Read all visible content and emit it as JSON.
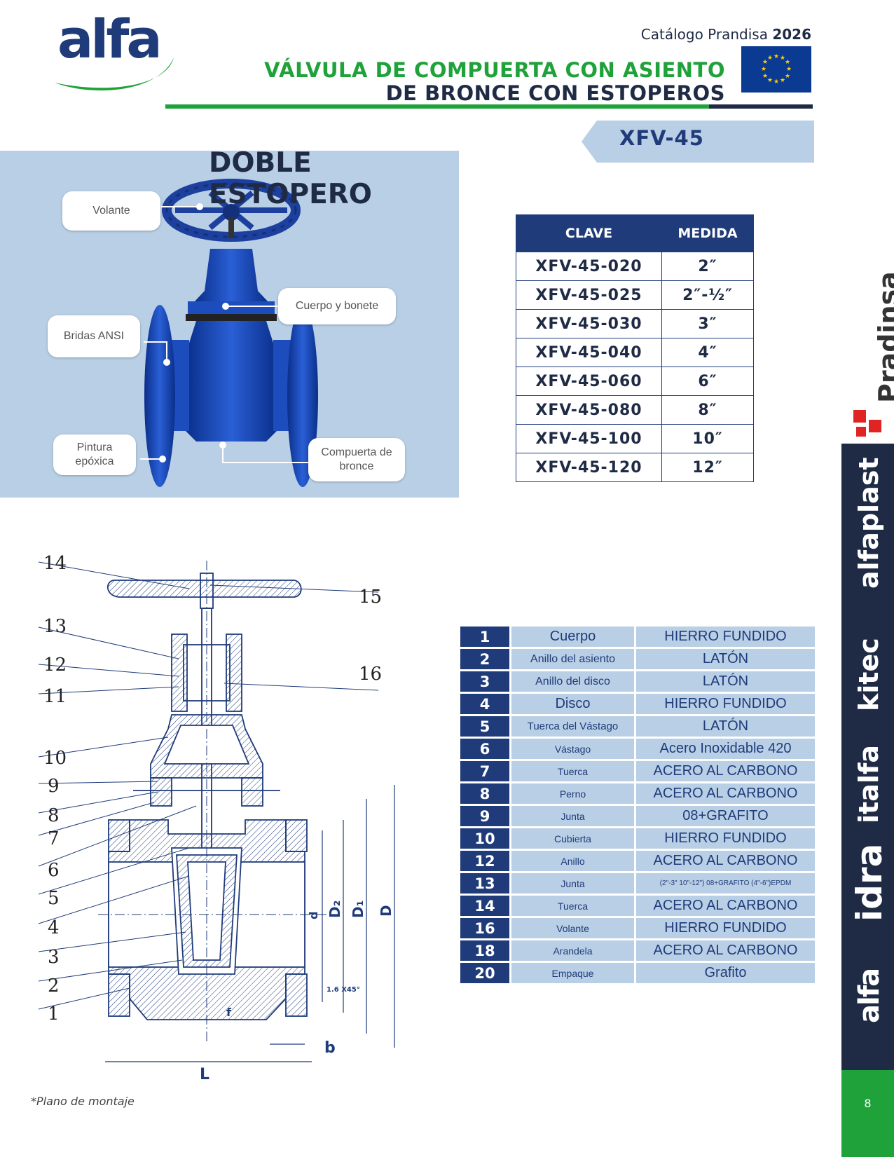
{
  "header": {
    "logo": "alfa",
    "catalog_prefix": "Catálogo Prandisa",
    "catalog_year": "2026",
    "title_line1": "VÁLVULA DE COMPUERTA CON ASIENTO",
    "title_line2": "DE BRONCE CON ESTOPEROS"
  },
  "model": "XFV-45",
  "photo": {
    "heading": "DOBLE ESTOPERO",
    "callouts": {
      "volante": "Volante",
      "cuerpo": "Cuerpo y bonete",
      "bridas": "Bridas ANSI",
      "pintura": "Pintura epóxica",
      "compuerta": "Compuerta de bronce"
    }
  },
  "spec_table": {
    "headers": [
      "CLAVE",
      "MEDIDA"
    ],
    "rows": [
      [
        "XFV-45-020",
        "2″"
      ],
      [
        "XFV-45-025",
        "2″-½″"
      ],
      [
        "XFV-45-030",
        "3″"
      ],
      [
        "XFV-45-040",
        "4″"
      ],
      [
        "XFV-45-060",
        "6″"
      ],
      [
        "XFV-45-080",
        "8″"
      ],
      [
        "XFV-45-100",
        "10″"
      ],
      [
        "XFV-45-120",
        "12″"
      ]
    ]
  },
  "drawing": {
    "labels_left": [
      "14",
      "13",
      "12",
      "11",
      "10",
      "9",
      "8",
      "7",
      "6",
      "5",
      "4",
      "3",
      "2",
      "1"
    ],
    "labels_right": [
      "15",
      "16"
    ],
    "dim_chamfer": "1.6 X45°",
    "dim_L": "L",
    "dim_b": "b",
    "dim_D": "D",
    "dim_D1": "D₁",
    "dim_D2": "D₂",
    "dim_d": "d",
    "dim_f": "f"
  },
  "parts": [
    {
      "num": "1",
      "name": "Cuerpo",
      "material": "HIERRO FUNDIDO"
    },
    {
      "num": "2",
      "name": "Anillo del asiento",
      "material": "LATÓN"
    },
    {
      "num": "3",
      "name": "Anillo del disco",
      "material": "LATÓN"
    },
    {
      "num": "4",
      "name": "Disco",
      "material": "HIERRO FUNDIDO"
    },
    {
      "num": "5",
      "name": "Tuerca del Vástago",
      "material": "LATÓN"
    },
    {
      "num": "6",
      "name": "Vástago",
      "material": "Acero Inoxidable 420"
    },
    {
      "num": "7",
      "name": "Tuerca",
      "material": "ACERO AL CARBONO"
    },
    {
      "num": "8",
      "name": "Perno",
      "material": "ACERO AL CARBONO"
    },
    {
      "num": "9",
      "name": "Junta",
      "material": "08+GRAFITO"
    },
    {
      "num": "10",
      "name": "Cubierta",
      "material": "HIERRO FUNDIDO"
    },
    {
      "num": "12",
      "name": "Anillo",
      "material": "ACERO AL CARBONO"
    },
    {
      "num": "13",
      "name": "Junta",
      "material": "(2\"-3\" 10\"-12\") 08+GRAFITO (4\"-6\")EPDM"
    },
    {
      "num": "14",
      "name": "Tuerca",
      "material": "ACERO AL CARBONO"
    },
    {
      "num": "16",
      "name": "Volante",
      "material": "HIERRO FUNDIDO"
    },
    {
      "num": "18",
      "name": "Arandela",
      "material": "ACERO AL CARBONO"
    },
    {
      "num": "20",
      "name": "Empaque",
      "material": "Grafito"
    }
  ],
  "sidebar": {
    "brands": [
      "Pradinsa",
      "alfaplast",
      "kitec",
      "italfa",
      "idra",
      "alfa"
    ],
    "page_number": "8"
  },
  "footnote": "*Plano de montaje",
  "colors": {
    "navy": "#1f3b7a",
    "dark_navy": "#1f2a44",
    "green": "#1fa23a",
    "light_blue": "#b8cfe5",
    "eu_blue": "#0b3a93",
    "eu_star": "#ffcc00",
    "pradinsa_red": "#e02424"
  }
}
